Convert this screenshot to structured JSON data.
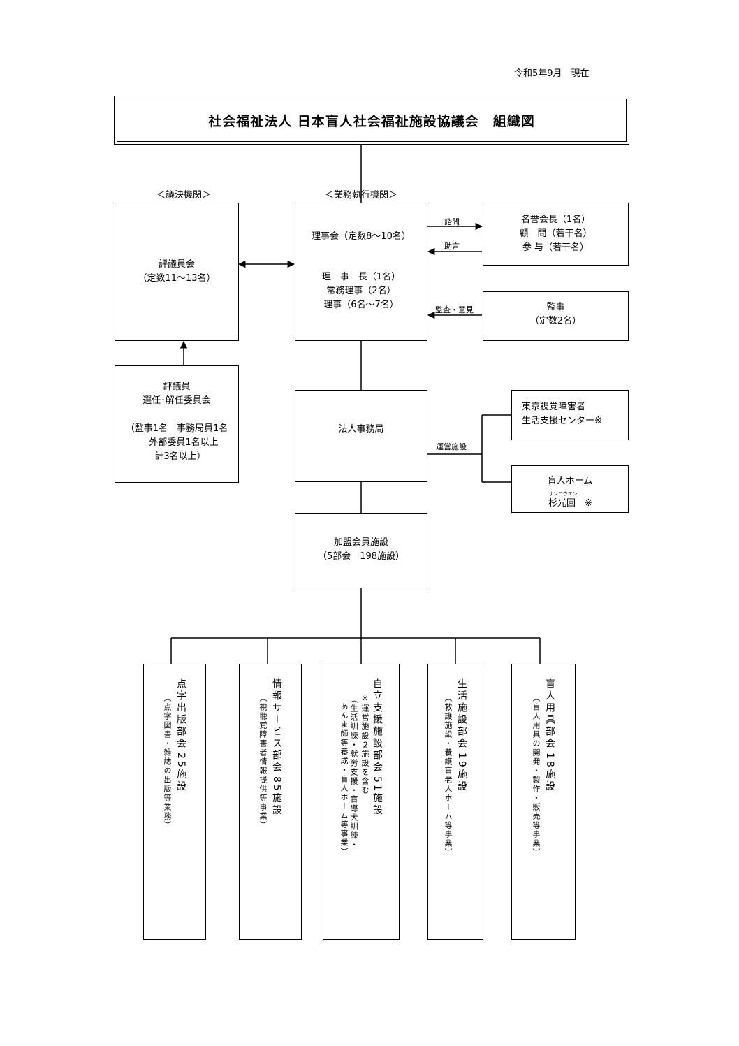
{
  "date_label": "令和5年9月　現在",
  "title": "社会福祉法人 日本盲人社会福祉施設協議会　組織図",
  "sections": {
    "deliberative": "＜議決機関＞",
    "executive": "＜業務執行機関＞"
  },
  "council": {
    "name": "評議員会",
    "quota": "（定数11～13名）"
  },
  "board": {
    "line1": "理事会（定数8～10名）",
    "line2": "理　事　長（1名）",
    "line3": "常務理事（2名）",
    "line4": "理事（6名～7名）"
  },
  "honorary": {
    "line1": "名誉会長（1名）",
    "line2": "顧　問（若干名）",
    "line3": "参 与（若干名）"
  },
  "auditor": {
    "name": "監事",
    "quota": "（定数2名）"
  },
  "arrows": {
    "consult": "諮問",
    "advice": "助言",
    "audit": "監査・意見",
    "operation": "運営施設"
  },
  "election_committee": {
    "line1": "評議員",
    "line2": "選任･解任委員会",
    "line3": "（監事1名　事務局員1名",
    "line4": "外部委員1名以上",
    "line5": "計3名以上）"
  },
  "secretariat": "法人事務局",
  "facility1": {
    "line1": "東京視覚障害者",
    "line2": "生活支援センター※"
  },
  "facility2": {
    "line1": "盲人ホーム",
    "ruby": "サンコウエン",
    "name": "杉光園　※"
  },
  "member_facilities": {
    "line1": "加盟会員施設",
    "line2": "（5部会　198施設）"
  },
  "divisions": [
    {
      "name": "点字出版部会",
      "count": "25施設",
      "desc": "（点字図書・雑誌の出版等業務）"
    },
    {
      "name": "情報サービス部会",
      "count": "85施設",
      "desc": "（視聴覚障害者情報提供等事業）"
    },
    {
      "name": "自立支援施設部会",
      "count": "51施設",
      "note": "※運営施設２施設を含む",
      "desc": "（生活訓練・就労支援・盲導犬訓練・",
      "desc2": "あんま師等養成・盲人ホーム等事業）"
    },
    {
      "name": "生活施設部会",
      "count": "19施設",
      "desc": "（救護施設・養護盲老人ホーム等事業）"
    },
    {
      "name": "盲人用具部会",
      "count": "18施設",
      "desc": "（盲人用具の開発・製作・販売等事業）"
    }
  ]
}
